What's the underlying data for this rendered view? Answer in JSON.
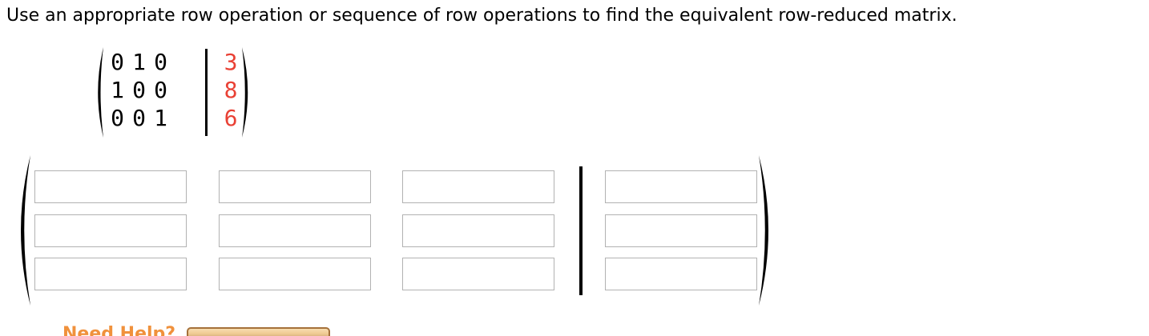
{
  "prompt": "Use an appropriate row operation or sequence of row operations to find the equivalent row-reduced matrix.",
  "given_matrix": {
    "coefficients": [
      [
        "0",
        "1",
        "0"
      ],
      [
        "1",
        "0",
        "0"
      ],
      [
        "0",
        "0",
        "1"
      ]
    ],
    "constants": [
      "3",
      "8",
      "6"
    ]
  },
  "answer_matrix": {
    "rows": 3,
    "coefficient_cols": 3,
    "constant_cols": 1,
    "cells": [
      [
        "",
        "",
        "",
        ""
      ],
      [
        "",
        "",
        "",
        ""
      ],
      [
        "",
        "",
        "",
        ""
      ]
    ]
  },
  "help": {
    "label": "Need Help?"
  },
  "colors": {
    "constants_text": "#e94135",
    "need_help_text": "#f0913c",
    "help_button_border": "#a5713a",
    "input_border": "#b2b2b2",
    "divider": "#000000"
  }
}
